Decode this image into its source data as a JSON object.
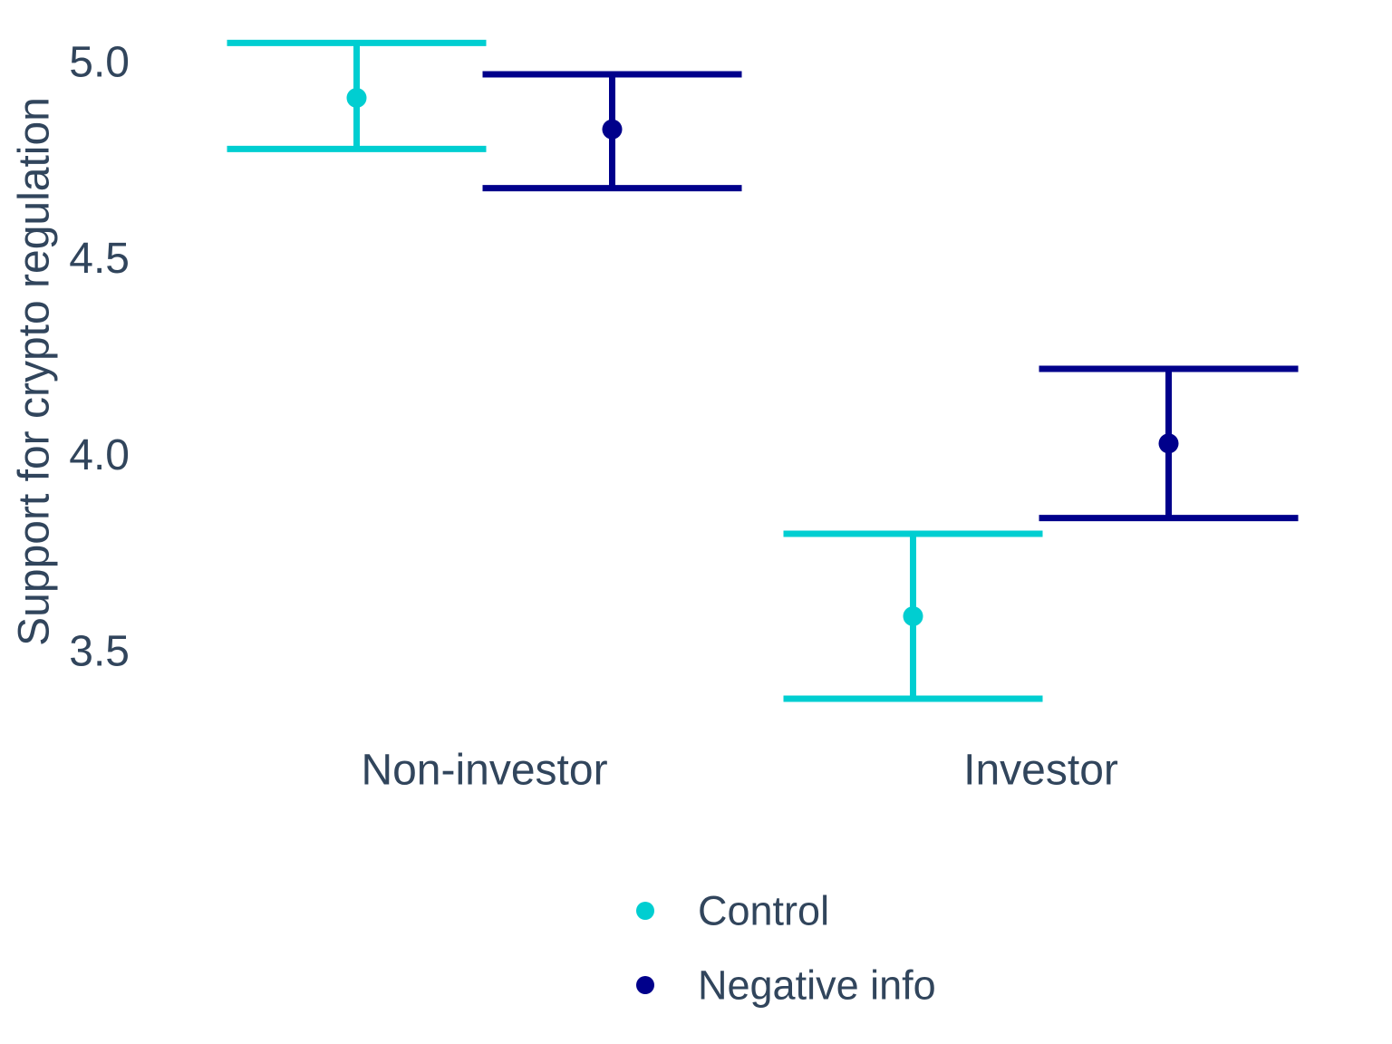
{
  "figure": {
    "background": "#ffffff",
    "text_color": "#31455C"
  },
  "chart_data": {
    "type": "scatter",
    "subtype": "point-estimates-with-error-bars",
    "title": "",
    "xlabel": "",
    "ylabel": "Support for crypto regulation",
    "categories": [
      "Non-investor",
      "Investor"
    ],
    "series": [
      {
        "name": "Control",
        "color": "#00CED1",
        "means": [
          4.91,
          3.59
        ],
        "ci_low": [
          4.78,
          3.38
        ],
        "ci_high": [
          5.05,
          3.8
        ]
      },
      {
        "name": "Negative info",
        "color": "#00008B",
        "means": [
          4.83,
          4.03
        ],
        "ci_low": [
          4.68,
          3.84
        ],
        "ci_high": [
          4.97,
          4.22
        ]
      }
    ],
    "yticks": [
      5.0,
      4.5,
      4.0,
      3.5
    ],
    "ytick_labels": [
      "5.0",
      "4.5",
      "4.0",
      "3.5"
    ],
    "ylim": [
      3.3,
      5.1
    ],
    "grid": false,
    "axis_lines": false,
    "tick_marks": false,
    "legend_position": "bottom-center"
  },
  "legend": {
    "items": [
      {
        "label": "Control",
        "color": "#00CED1"
      },
      {
        "label": "Negative info",
        "color": "#00008B"
      }
    ]
  }
}
